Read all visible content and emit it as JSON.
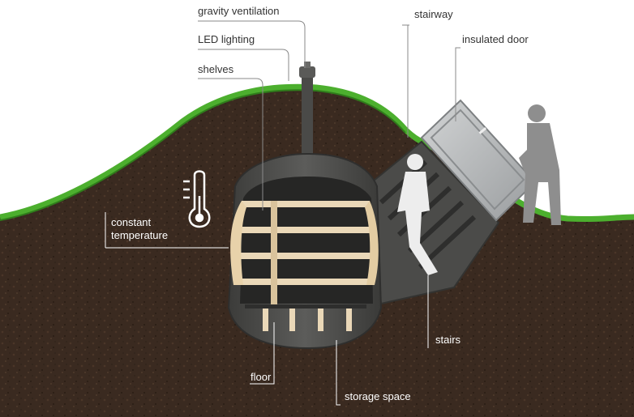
{
  "labels": {
    "gravity_ventilation": "gravity ventilation",
    "led_lighting": "LED lighting",
    "shelves": "shelves",
    "stairway": "stairway",
    "insulated_door": "insulated door",
    "constant_temperature_line1": "constant",
    "constant_temperature_line2": "temperature",
    "stairs": "stairs",
    "floor": "floor",
    "storage_space": "storage space"
  },
  "colors": {
    "background": "#ffffff",
    "soil": "#3a2a20",
    "grass": "#4caf2e",
    "cellar_shell": "#4a4a48",
    "shelf_wood": "#ead8b8",
    "silhouette": "#ededed",
    "person_outside": "#8e8e8e",
    "door": "#b9bcbd",
    "leader_line_dark": "#8a8a8a",
    "leader_line_light": "#ffffff"
  },
  "icons": [
    "thermometer-icon"
  ]
}
